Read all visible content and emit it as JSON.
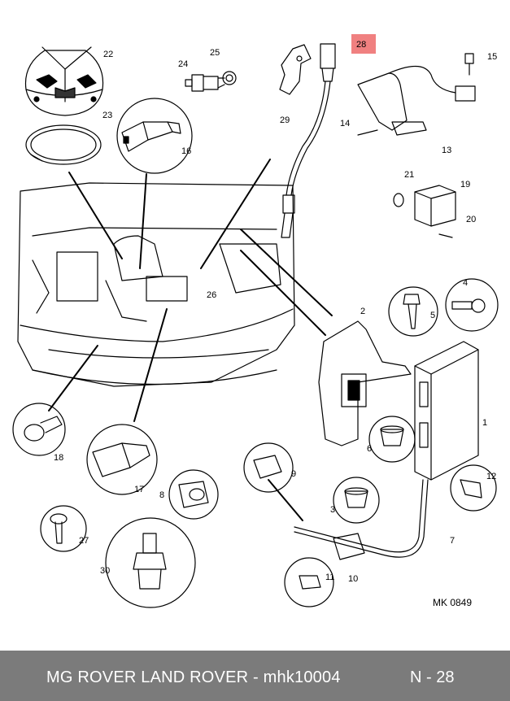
{
  "diagram": {
    "reference_code": "MK 0849",
    "highlighted_part": "28",
    "highlight_color": "#f08080",
    "part_numbers": {
      "p1": "1",
      "p2": "2",
      "p3": "3",
      "p4": "4",
      "p5": "5",
      "p6": "6",
      "p7": "7",
      "p8": "8",
      "p9": "9",
      "p10": "10",
      "p11": "11",
      "p12": "12",
      "p13": "13",
      "p14": "14",
      "p15": "15",
      "p16": "16",
      "p17": "17",
      "p18": "18",
      "p19": "19",
      "p20": "20",
      "p21": "21",
      "p22": "22",
      "p23": "23",
      "p24": "24",
      "p25": "25",
      "p26": "26",
      "p27": "27",
      "p28": "28",
      "p29": "29",
      "p30": "30"
    }
  },
  "footer": {
    "title": "MG ROVER LAND ROVER - mhk10004",
    "page": "N - 28",
    "background": "#7b7b7b"
  }
}
